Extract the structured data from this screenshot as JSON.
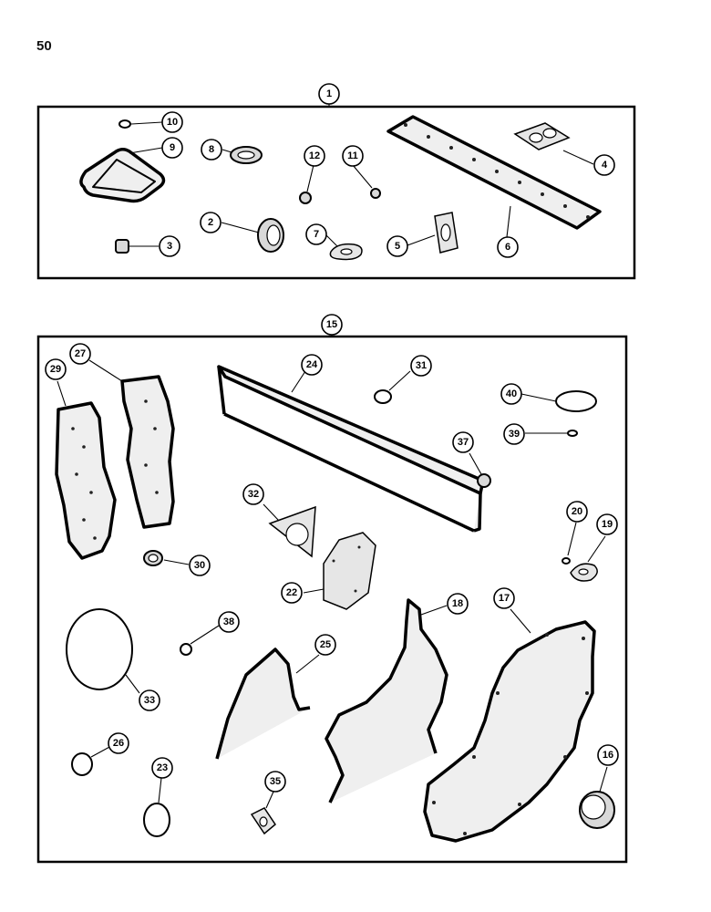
{
  "page_number": "50",
  "callouts": [
    "1",
    "2",
    "3",
    "4",
    "5",
    "6",
    "7",
    "8",
    "9",
    "10",
    "11",
    "12",
    "15",
    "16",
    "17",
    "18",
    "19",
    "20",
    "22",
    "23",
    "24",
    "25",
    "26",
    "27",
    "29",
    "30",
    "31",
    "32",
    "33",
    "35",
    "37",
    "38",
    "39",
    "40"
  ],
  "colors": {
    "ink": "#000000",
    "paper": "#ffffff",
    "gasket_fill": "#e6e6e6"
  }
}
